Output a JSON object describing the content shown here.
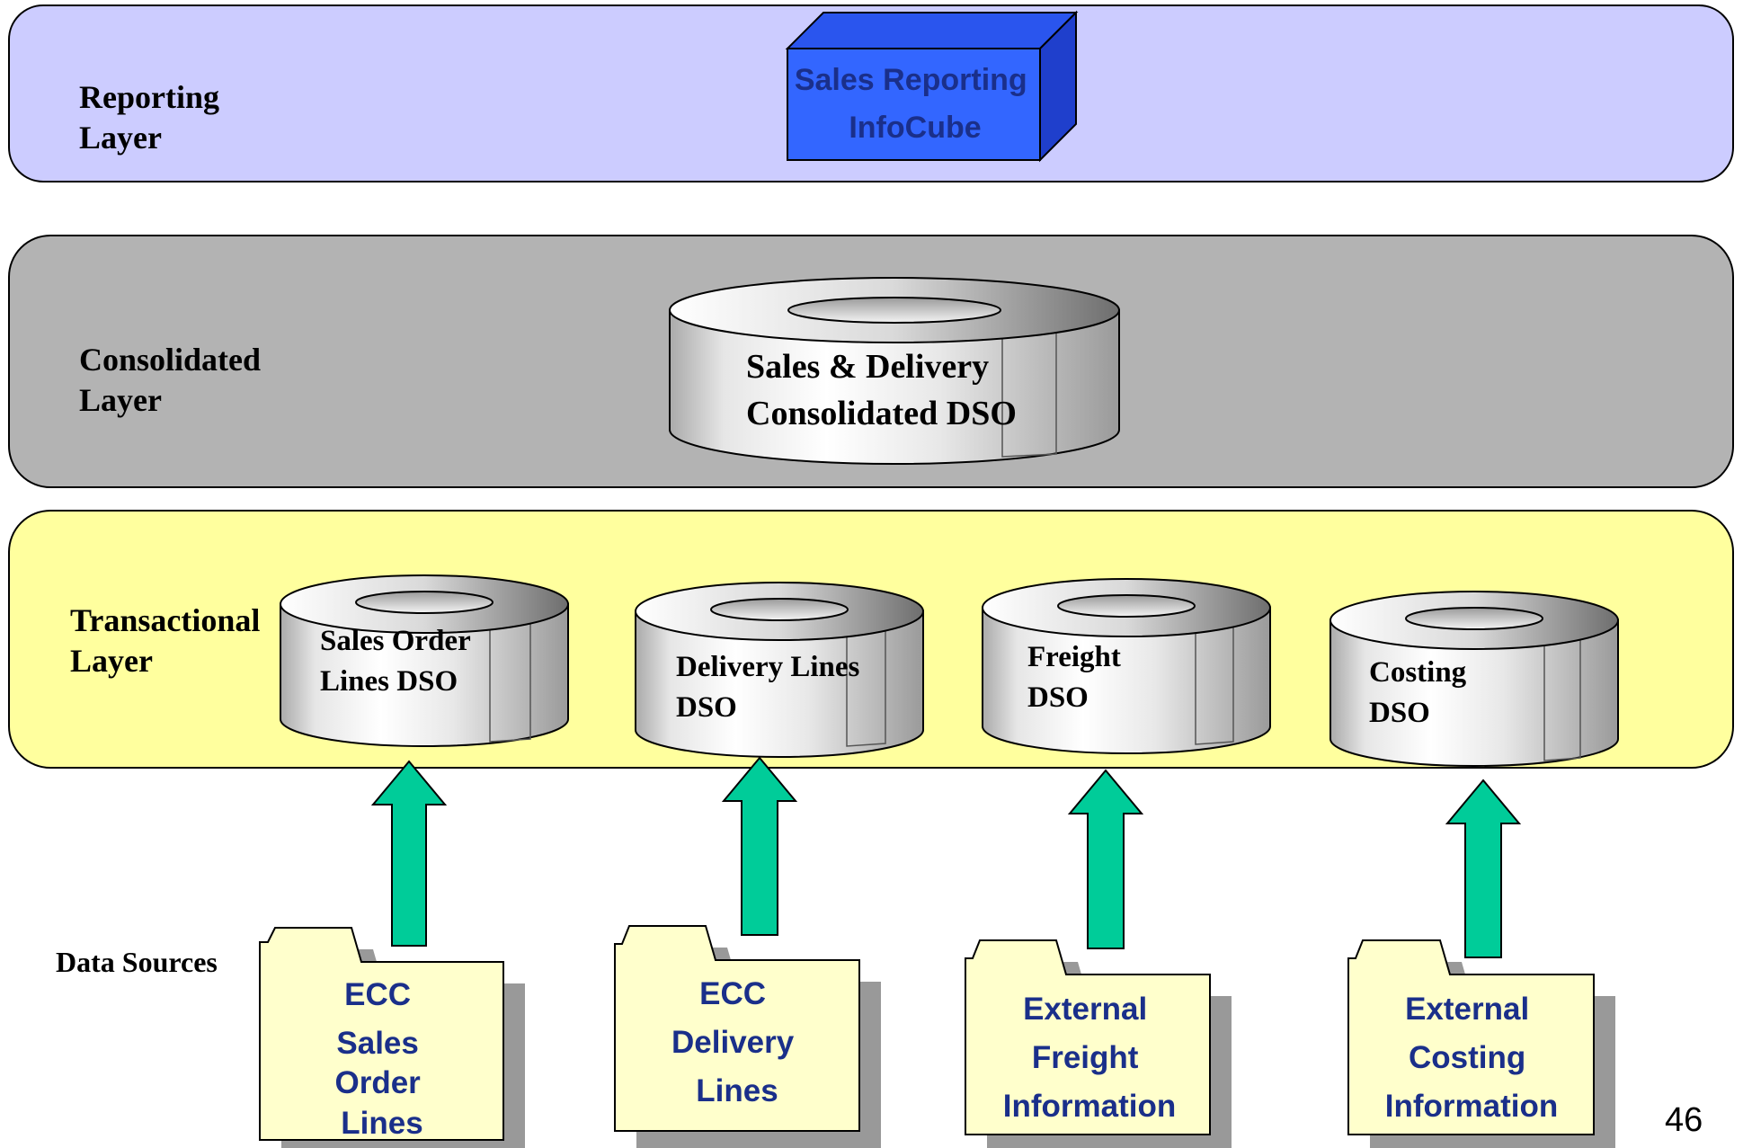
{
  "layers": {
    "reporting": {
      "label_line1": "Reporting",
      "label_line2": "Layer",
      "color": "#ccccff"
    },
    "consolidated": {
      "label_line1": "Consolidated",
      "label_line2": "Layer",
      "color": "#b3b3b3"
    },
    "transactional": {
      "label_line1": "Transactional",
      "label_line2": "Layer",
      "color": "#ffff9e"
    }
  },
  "infocube": {
    "line1": "Sales Reporting",
    "line2": "InfoCube",
    "color": "#3366ff"
  },
  "consolidated_dso": {
    "line1": "Sales & Delivery",
    "line2": "Consolidated DSO"
  },
  "transactional_dsos": [
    {
      "line1": "Sales Order",
      "line2": "Lines DSO"
    },
    {
      "line1": "Delivery Lines",
      "line2": "DSO"
    },
    {
      "line1": "Freight",
      "line2": "DSO"
    },
    {
      "line1": "Costing",
      "line2": "DSO"
    }
  ],
  "data_sources_label": "Data Sources",
  "data_sources": [
    {
      "lines": [
        "ECC",
        "Sales",
        "Order",
        "Lines"
      ]
    },
    {
      "lines": [
        "ECC",
        "Delivery",
        "Lines"
      ]
    },
    {
      "lines": [
        "External",
        "Freight",
        "Information"
      ]
    },
    {
      "lines": [
        "External",
        "Costing",
        "Information"
      ]
    }
  ],
  "arrow_color": "#00cc99",
  "folder_color": "#ffffcc",
  "page_number": "46"
}
